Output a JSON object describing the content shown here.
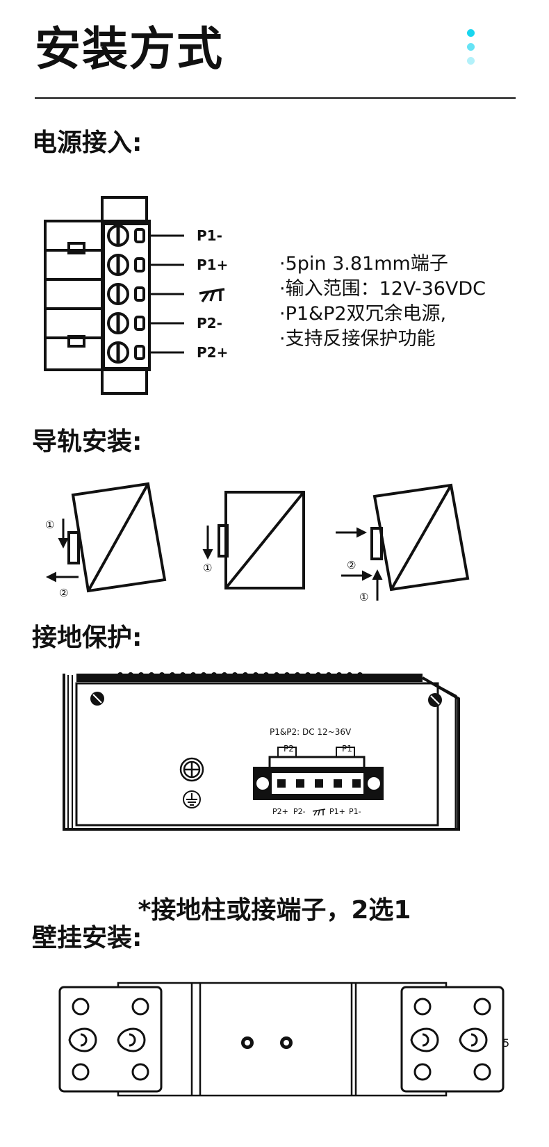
{
  "header": {
    "title": "安装方式",
    "accent_colors": [
      "#19d6ef",
      "#66e3f5",
      "#b3f1fa"
    ]
  },
  "sections": {
    "power": {
      "heading": "电源接入:",
      "terminal_labels": [
        "P1-",
        "P1+",
        "",
        "P2-",
        "P2+"
      ],
      "ground_symbol_icon": "chassis-ground-icon",
      "specs": [
        "·5pin 3.81mm端子",
        "·输入范围：12V-36VDC",
        "·P1&P2双冗余电源,",
        "·支持反接保护功能"
      ]
    },
    "din_rail": {
      "heading": "导轨安装:",
      "step_marks": [
        "①",
        "②"
      ]
    },
    "grounding": {
      "heading": "接地保护:",
      "panel_title": "P1&P2:  DC 12~36V",
      "group_labels": [
        "P2",
        "P1"
      ],
      "pin_labels": [
        "P2+",
        "P2-",
        "",
        "P1+",
        "P1-"
      ],
      "note": "*接地柱或接端子，2选1"
    },
    "wall_mount": {
      "heading": "壁挂安装:",
      "edge_mark": "5"
    }
  }
}
